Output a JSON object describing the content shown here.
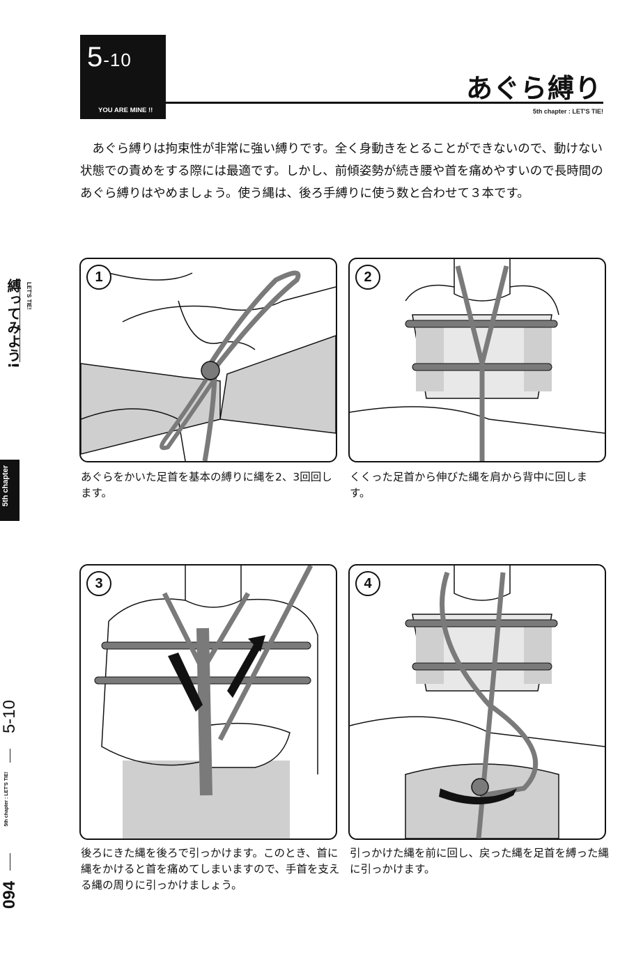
{
  "header": {
    "section_main": "5",
    "section_sub": "-10",
    "tag": "YOU ARE MINE !!",
    "title": "あぐら縛り",
    "chapter_tag": "5th chapter : LET'S TIE!"
  },
  "intro": "あぐら縛りは拘束性が非常に強い縛りです。全く身動きをとることができないので、動けない状態での責めをする際には最適です。しかし、前傾姿勢が続き腰や首を痛めやすいので長時間のあぐら縛りはやめましょう。使う縄は、後ろ手縛りに使う数と合わせて３本です。",
  "side": {
    "jp": "縛ってみよう!",
    "en": "LET'S TIE!",
    "tab": "5th chapter",
    "section": "5-10",
    "section_en": "5th chapter : LET'S TIE!",
    "page": "094"
  },
  "steps": [
    {
      "num": "1",
      "caption": "あぐらをかいた足首を基本の縛りに縄を2、3回回します。"
    },
    {
      "num": "2",
      "caption": "くくった足首から伸びた縄を肩から背中に回します。"
    },
    {
      "num": "3",
      "caption": "後ろにきた縄を後ろで引っかけます。このとき、首に縄をかけると首を痛めてしまいますので、手首を支える縄の周りに引っかけましょう。"
    },
    {
      "num": "4",
      "caption": "引っかけた縄を前に回し、戻った縄を足首を縛った縄に引っかけます。"
    }
  ],
  "colors": {
    "ink": "#111111",
    "rope": "#7a7a7a",
    "shade": "#cfcfcf"
  }
}
